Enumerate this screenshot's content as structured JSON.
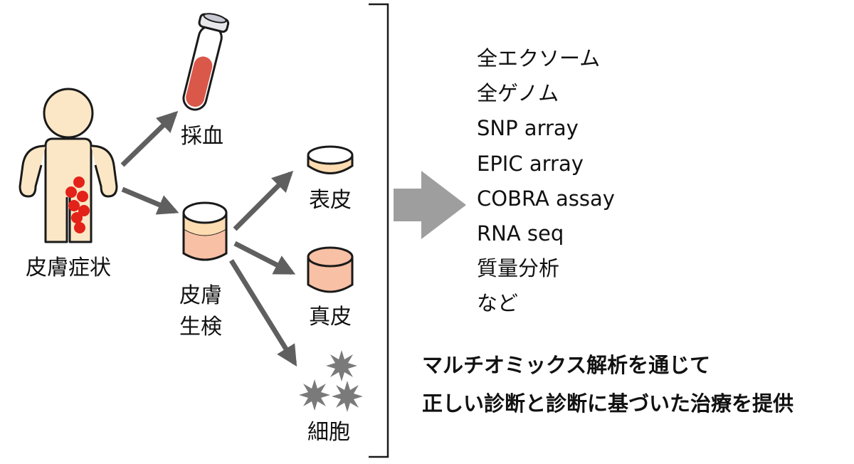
{
  "colors": {
    "skin": "#fbe7c5",
    "outline": "#1a1a1a",
    "rash": "#e32219",
    "arrow": "#5f5f5f",
    "big_arrow": "#9e9e9e",
    "blood": "#d9584a",
    "epidermis": "#fcdcb0",
    "dermis": "#f8c0a5",
    "cell": "#7a7a7a"
  },
  "labels": {
    "patient": "皮膚症状",
    "blood_draw": "採血",
    "biopsy_line1": "皮膚",
    "biopsy_line2": "生検",
    "epidermis": "表皮",
    "dermis": "真皮",
    "cells": "細胞"
  },
  "icons": {
    "patient": "person-icon",
    "blood_tube": "test-tube-icon",
    "biopsy": "biopsy-sample-icon",
    "epidermis": "epidermis-layer-icon",
    "dermis": "dermis-layer-icon",
    "cells": "cells-icon"
  },
  "omics_methods": [
    "全エクソーム",
    "全ゲノム",
    "SNP array",
    "EPIC array",
    "COBRA assay",
    "RNA seq",
    "質量分析",
    "など"
  ],
  "summary": {
    "line1": "マルチオミックス解析を通じて",
    "line2": "正しい診断と診断に基づいた治療を提供"
  }
}
